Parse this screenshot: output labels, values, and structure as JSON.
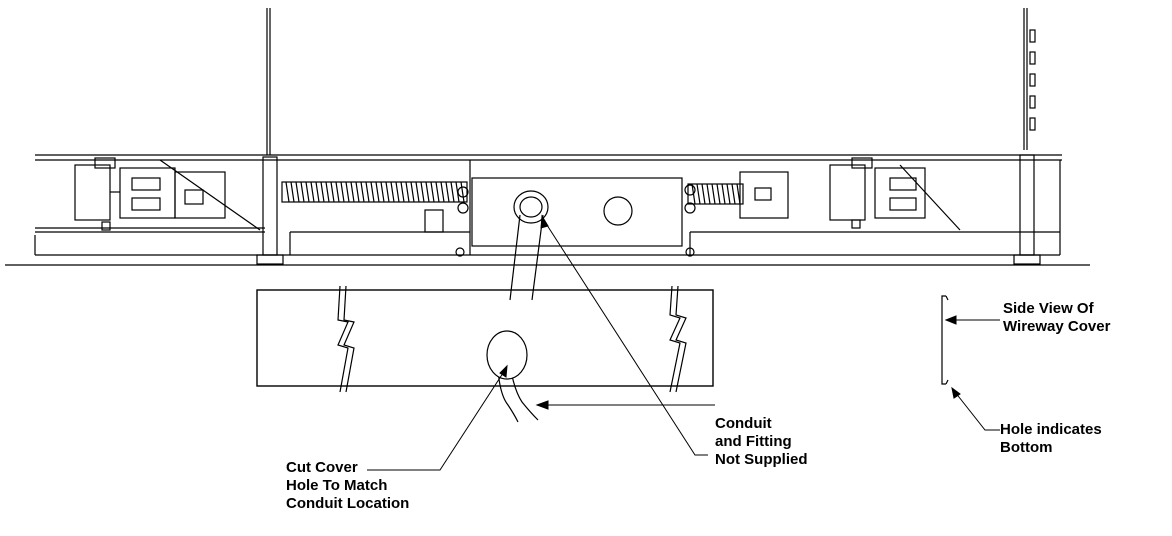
{
  "callouts": {
    "side_view": {
      "line1": "Side View Of",
      "line2": "Wireway Cover"
    },
    "hole_indicates": {
      "line1": "Hole indicates",
      "line2": "Bottom"
    },
    "conduit": {
      "line1": "Conduit",
      "line2": "and Fitting",
      "line3": "Not Supplied"
    },
    "cut_cover": {
      "line1": "Cut Cover",
      "line2": "Hole To Match",
      "line3": "Conduit Location"
    }
  },
  "colors": {
    "ink": "#000000",
    "paper": "#ffffff"
  }
}
